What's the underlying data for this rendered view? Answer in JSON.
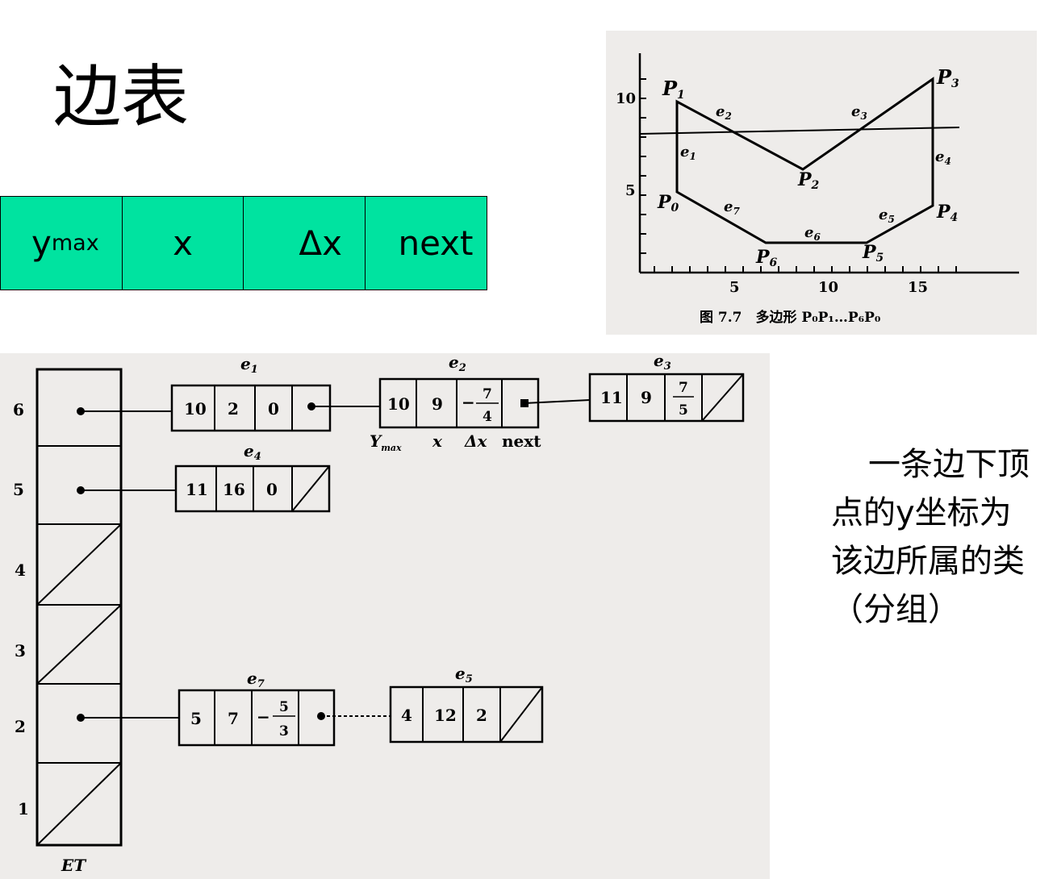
{
  "slide": {
    "title": "边表",
    "side_note": "一条边下顶点的y坐标为该边所属的类（分组）"
  },
  "header_row": {
    "fields": [
      {
        "main": "y",
        "sub": "max"
      },
      {
        "main": "x",
        "sub": ""
      },
      {
        "main": "Δx",
        "sub": ""
      },
      {
        "main": "next",
        "sub": ""
      }
    ],
    "fill": "#00e3a0"
  },
  "polygon_figure": {
    "y_ticks": [
      "10",
      "5"
    ],
    "x_ticks": [
      "5",
      "10",
      "15"
    ],
    "vertices": [
      {
        "label": "P",
        "sub": "1"
      },
      {
        "label": "P",
        "sub": "2"
      },
      {
        "label": "P",
        "sub": "3"
      },
      {
        "label": "P",
        "sub": "4"
      },
      {
        "label": "P",
        "sub": "5"
      },
      {
        "label": "P",
        "sub": "6"
      },
      {
        "label": "P",
        "sub": "0"
      }
    ],
    "edges": [
      {
        "label": "e",
        "sub": "1"
      },
      {
        "label": "e",
        "sub": "2"
      },
      {
        "label": "e",
        "sub": "3"
      },
      {
        "label": "e",
        "sub": "4"
      },
      {
        "label": "e",
        "sub": "5"
      },
      {
        "label": "e",
        "sub": "6"
      },
      {
        "label": "e",
        "sub": "7"
      }
    ],
    "caption": "图 7.7　多边形 P₀P₁…P₆P₀"
  },
  "edge_table": {
    "buckets": [
      "6",
      "5",
      "4",
      "3",
      "2",
      "1"
    ],
    "table_label": "ET",
    "field_labels": [
      "Y",
      "max",
      "x",
      "Δx",
      "next"
    ],
    "node_e1": {
      "name": "e",
      "sub": "1",
      "ymax": "10",
      "x": "2",
      "dx": "0"
    },
    "node_e2": {
      "name": "e",
      "sub": "2",
      "ymax": "10",
      "x": "9",
      "dx_sign": "−",
      "dx_num": "7",
      "dx_den": "4"
    },
    "node_e3": {
      "name": "e",
      "sub": "3",
      "ymax": "11",
      "x": "9",
      "dx_num": "7",
      "dx_den": "5"
    },
    "node_e4": {
      "name": "e",
      "sub": "4",
      "ymax": "11",
      "x": "16",
      "dx": "0"
    },
    "node_e7": {
      "name": "e",
      "sub": "7",
      "ymax": "5",
      "x": "7",
      "dx_sign": "−",
      "dx_num": "5",
      "dx_den": "3"
    },
    "node_e5": {
      "name": "e",
      "sub": "5",
      "ymax": "4",
      "x": "12",
      "dx": "2"
    }
  }
}
